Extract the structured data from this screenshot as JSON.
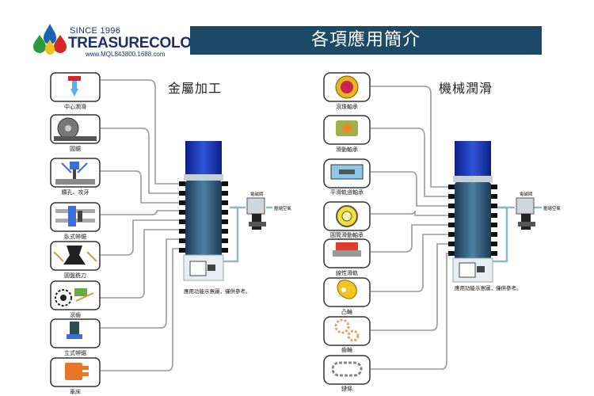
{
  "header": {
    "title": "各項應用簡介",
    "colors": {
      "bar": "#1c4a66",
      "text": "#ffffff"
    }
  },
  "logo": {
    "since": "SINCE 1996",
    "brand": "TREASURECOLOR",
    "url": "www.MQL843800.1688.com"
  },
  "left_panel": {
    "title": "金屬加工",
    "items": [
      {
        "label": "中心潤滑",
        "icon": "center-spindle-icon"
      },
      {
        "label": "圓鋸",
        "icon": "circular-saw-icon"
      },
      {
        "label": "鑽孔、攻牙",
        "icon": "drilling-icon"
      },
      {
        "label": "臥式帶鋸",
        "icon": "horizontal-band-saw-icon"
      },
      {
        "label": "圓盤銑刀",
        "icon": "disc-milling-cutter-icon"
      },
      {
        "label": "滾齒",
        "icon": "gear-hobbing-icon"
      },
      {
        "label": "立式帶鋸",
        "icon": "vertical-band-saw-icon"
      },
      {
        "label": "車床",
        "icon": "lathe-icon"
      }
    ],
    "valve_label": "電磁閥",
    "air_label": "壓縮空氣",
    "note": "應用功能示意圖，僅供參考。"
  },
  "right_panel": {
    "title": "機械潤滑",
    "items": [
      {
        "label": "滾珠軸承",
        "icon": "ball-bearing-icon"
      },
      {
        "label": "滑動軸承",
        "icon": "sliding-bearing-icon"
      },
      {
        "label": "平滑軌道軸承",
        "icon": "linear-guide-bearing-icon"
      },
      {
        "label": "圓筒滑動軸承",
        "icon": "cylindrical-bearing-icon"
      },
      {
        "label": "線性滑軌",
        "icon": "linear-rail-icon"
      },
      {
        "label": "凸輪",
        "icon": "cam-icon"
      },
      {
        "label": "齒輪",
        "icon": "gear-icon"
      },
      {
        "label": "鏈條",
        "icon": "chain-icon"
      }
    ],
    "valve_label": "電磁閥",
    "air_label": "壓縮空氣",
    "note": "應用功能示意圖，僅供參考。"
  }
}
